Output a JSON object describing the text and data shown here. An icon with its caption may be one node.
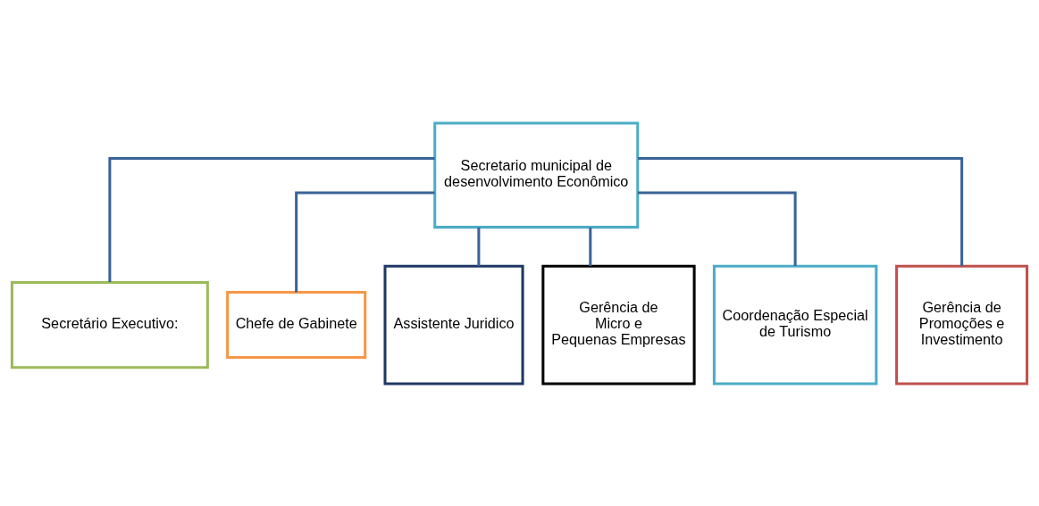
{
  "diagram": {
    "nodes": [
      {
        "text": [
          "Secretario municipal de desenvolvimento Econômico"
        ]
      },
      {
        "text": [
          "Secretário Executivo:"
        ]
      },
      {
        "text": [
          "Chefe de Gabinete"
        ]
      },
      {
        "text": [
          "Assistente Juridico"
        ]
      },
      {
        "text": [
          "Gerência de Micro e Pequenas Empresas"
        ]
      },
      {
        "text": [
          "Coordenação Especial de Turismo"
        ]
      },
      {
        "text": [
          "Gerência de Promoções e Investimento"
        ]
      }
    ],
    "edges": [
      {
        "from": 0,
        "to": 1,
        "arrow": "none"
      },
      {
        "from": 0,
        "to": 2,
        "arrow": "none"
      },
      {
        "from": 0,
        "to": 3,
        "arrow": "none"
      },
      {
        "from": 0,
        "to": 4,
        "arrow": "none"
      },
      {
        "from": 0,
        "to": 5,
        "arrow": "none"
      },
      {
        "from": 0,
        "to": 6,
        "arrow": "none"
      }
    ]
  }
}
